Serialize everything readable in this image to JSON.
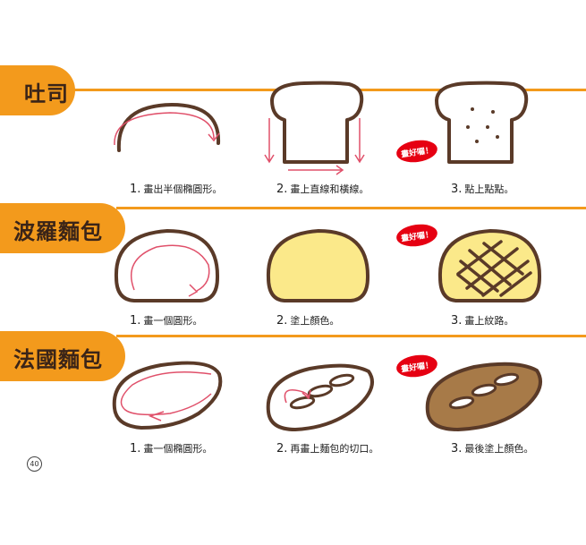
{
  "sections": [
    {
      "title": "吐司",
      "steps": [
        {
          "num": "1.",
          "text": "畫出半個橢圓形。"
        },
        {
          "num": "2.",
          "text": "畫上直線和橫線。"
        },
        {
          "num": "3.",
          "text": "點上點點。"
        }
      ],
      "badge": "畫好囉！"
    },
    {
      "title": "波羅麵包",
      "steps": [
        {
          "num": "1.",
          "text": "畫一個圓形。"
        },
        {
          "num": "2.",
          "text": "塗上顏色。"
        },
        {
          "num": "3.",
          "text": "畫上紋路。"
        }
      ],
      "badge": "畫好囉！"
    },
    {
      "title": "法國麵包",
      "steps": [
        {
          "num": "1.",
          "text": "畫一個橢圓形。"
        },
        {
          "num": "2.",
          "text": "再畫上麵包的切口。"
        },
        {
          "num": "3.",
          "text": "最後塗上顏色。"
        }
      ],
      "badge": "畫好囉！"
    }
  ],
  "page_number": "40",
  "colors": {
    "accent": "#f39a1c",
    "outline": "#5a3a28",
    "guide": "#e0506a",
    "badge": "#e60012",
    "melon_bun": "#fbe98a",
    "baguette": "#a77a48"
  }
}
